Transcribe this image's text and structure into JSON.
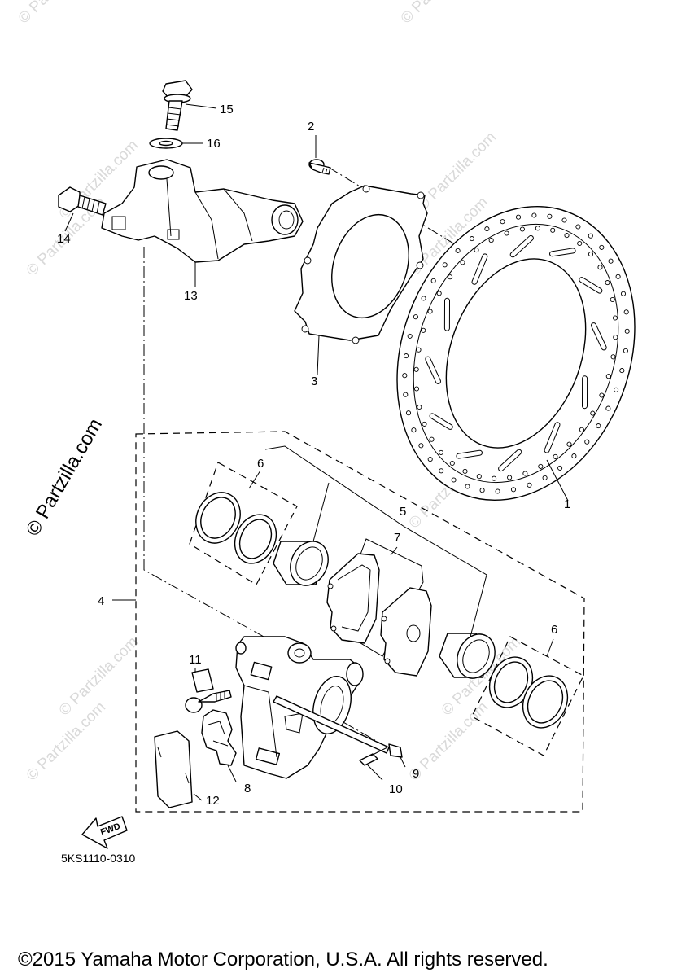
{
  "diagram": {
    "diagram_code": "5KS1110-0310",
    "copyright": "©2015 Yamaha Motor Corporation, U.S.A. All rights reserved.",
    "watermark_main": "© Partzilla.com",
    "watermark_faint": "© Partzilla.com",
    "fwd_label": "FWD",
    "callouts": [
      "1",
      "2",
      "3",
      "4",
      "5",
      "6",
      "6",
      "7",
      "8",
      "9",
      "10",
      "11",
      "12",
      "13",
      "14",
      "15",
      "16"
    ],
    "parts": [
      {
        "ref": "1",
        "icon": "brake-disc-icon"
      },
      {
        "ref": "2",
        "icon": "disc-bolt-icon"
      },
      {
        "ref": "3",
        "icon": "disc-cover-plate-icon"
      },
      {
        "ref": "4",
        "icon": "caliper-assembly-icon"
      },
      {
        "ref": "5",
        "icon": "piston-icon"
      },
      {
        "ref": "6",
        "icon": "piston-seal-kit-icon"
      },
      {
        "ref": "7",
        "icon": "brake-pad-icon"
      },
      {
        "ref": "8",
        "icon": "pad-spring-icon"
      },
      {
        "ref": "9",
        "icon": "pad-pin-icon"
      },
      {
        "ref": "10",
        "icon": "clip-icon"
      },
      {
        "ref": "11",
        "icon": "bleed-screw-icon"
      },
      {
        "ref": "12",
        "icon": "pad-shim-icon"
      },
      {
        "ref": "13",
        "icon": "caliper-bracket-icon"
      },
      {
        "ref": "14",
        "icon": "bracket-bolt-icon"
      },
      {
        "ref": "15",
        "icon": "flange-bolt-icon"
      },
      {
        "ref": "16",
        "icon": "washer-icon"
      }
    ]
  }
}
